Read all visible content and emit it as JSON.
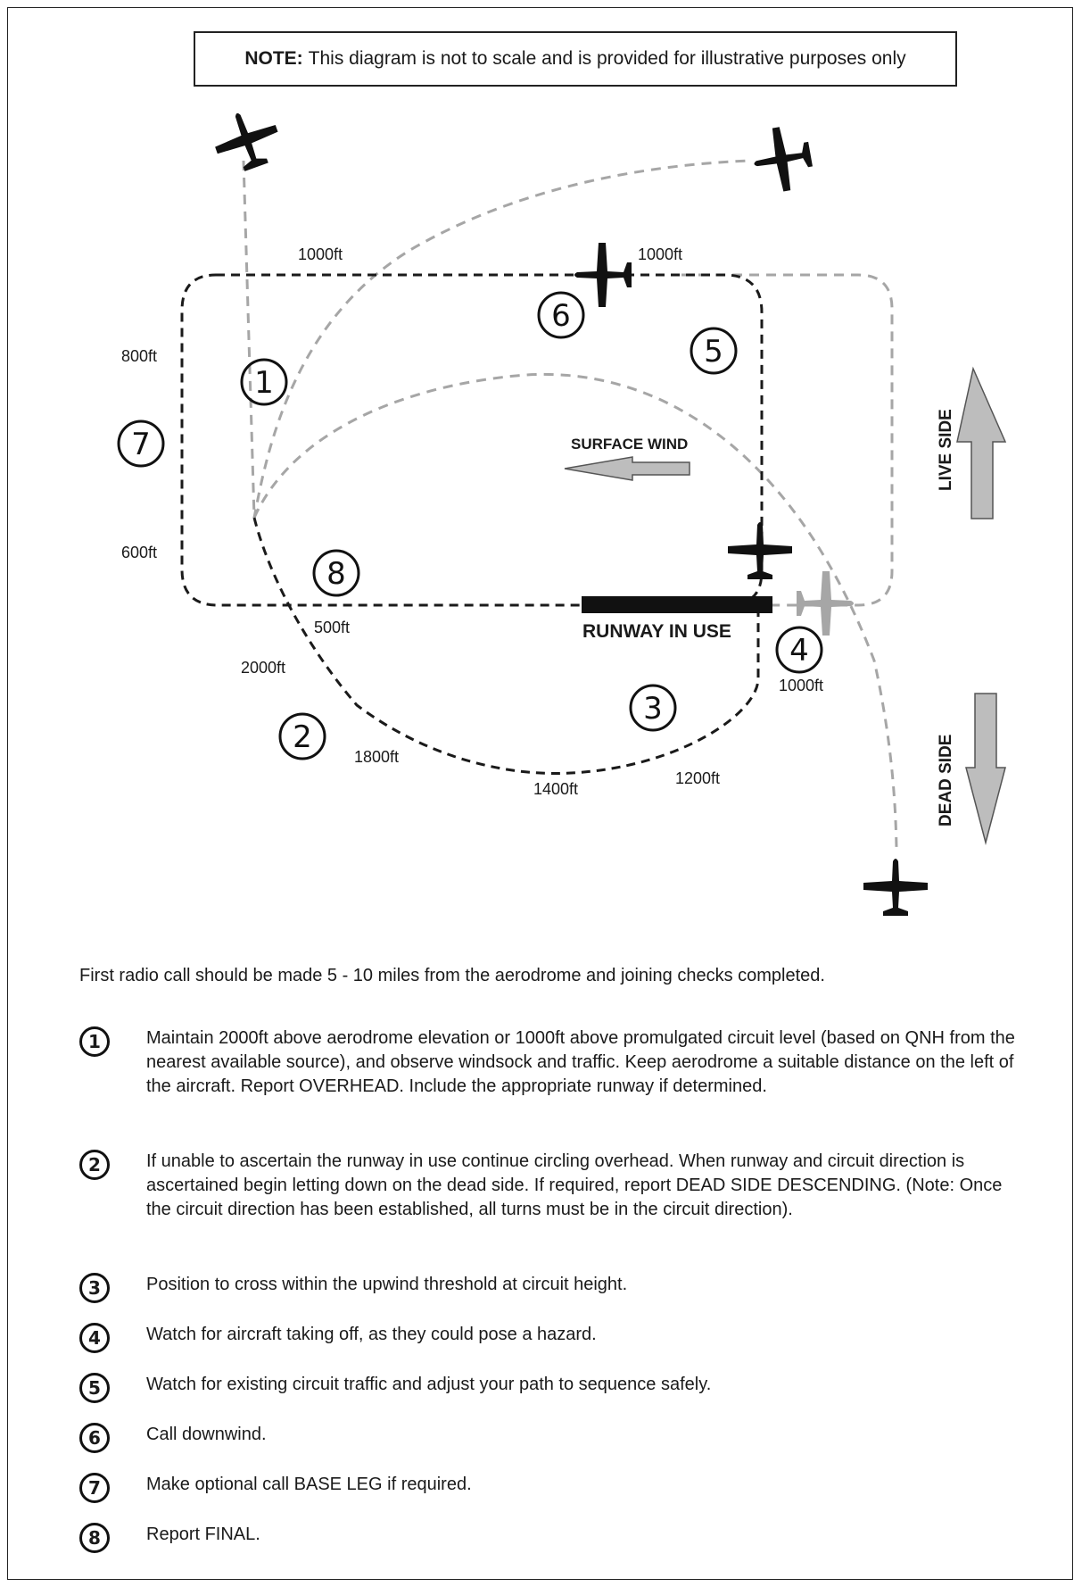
{
  "note": {
    "prefix": "NOTE:",
    "text": "This diagram is not to scale and is provided for illustrative purposes only"
  },
  "diagram": {
    "heights": {
      "h1000_left": "1000ft",
      "h1000_right": "1000ft",
      "h800": "800ft",
      "h600": "600ft",
      "h500": "500ft",
      "h2000": "2000ft",
      "h1800": "1800ft",
      "h1400": "1400ft",
      "h1200": "1200ft",
      "h1000_takeoff": "1000ft"
    },
    "surface_wind": "SURFACE WIND",
    "runway": "RUNWAY IN USE",
    "live_side": "LIVE SIDE",
    "dead_side": "DEAD SIDE",
    "markers": [
      "1",
      "2",
      "3",
      "4",
      "5",
      "6",
      "7",
      "8"
    ]
  },
  "intro": "First radio call should be made 5 - 10 miles from the aerodrome and joining checks completed.",
  "steps": [
    {
      "num": "1",
      "text": "Maintain 2000ft above aerodrome elevation or 1000ft above promulgated circuit level (based on QNH from the nearest available source), and observe windsock and traffic. Keep aerodrome a suitable distance on the left of the aircraft. Report OVERHEAD. Include the appropriate runway if determined."
    },
    {
      "num": "2",
      "text": "If unable to ascertain the runway in use continue circling overhead. When runway and circuit direction is ascertained begin letting down on the dead side. If required, report DEAD SIDE DESCENDING. (Note: Once the circuit direction has been established, all turns must be in the circuit direction)."
    },
    {
      "num": "3",
      "text": "Position to cross within the upwind threshold at circuit height."
    },
    {
      "num": "4",
      "text": "Watch for aircraft taking off, as they could pose a hazard."
    },
    {
      "num": "5",
      "text": "Watch for existing circuit traffic and adjust your path to sequence safely."
    },
    {
      "num": "6",
      "text": "Call downwind."
    },
    {
      "num": "7",
      "text": "Make optional call BASE LEG if required."
    },
    {
      "num": "8",
      "text": "Report FINAL."
    }
  ]
}
